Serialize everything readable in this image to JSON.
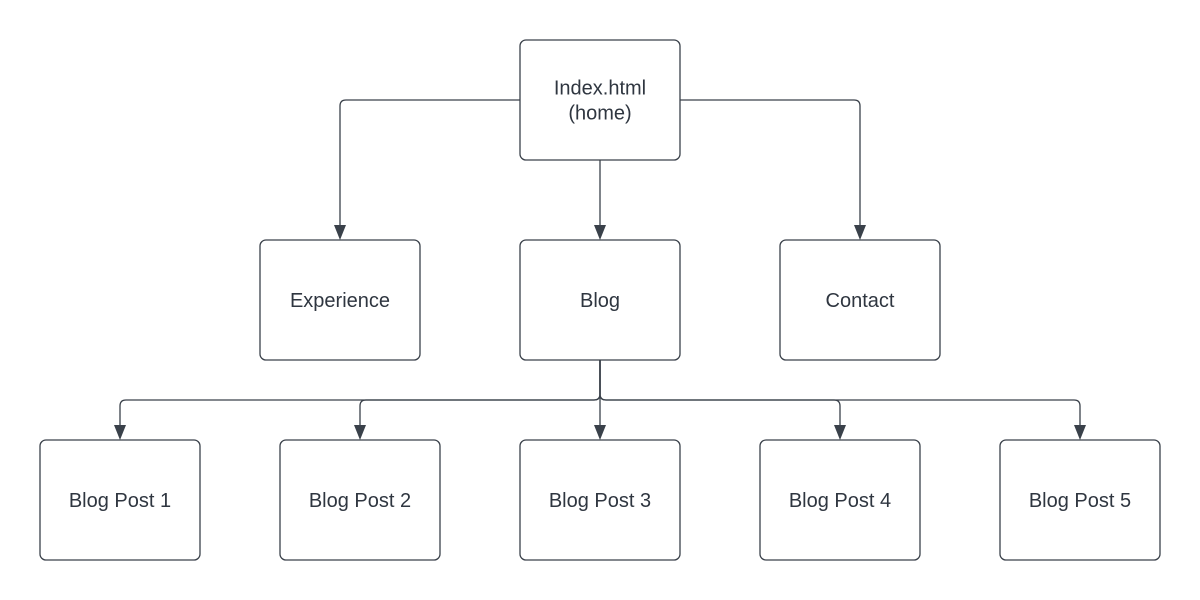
{
  "diagram": {
    "stroke_color": "#3a414a",
    "text_color": "#2f3640",
    "background": "#ffffff",
    "nodes": [
      {
        "id": "home",
        "name": "node-index-home",
        "lines": [
          "Index.html",
          "(home)"
        ]
      },
      {
        "id": "experience",
        "name": "node-experience",
        "lines": [
          "Experience"
        ]
      },
      {
        "id": "blog",
        "name": "node-blog",
        "lines": [
          "Blog"
        ]
      },
      {
        "id": "contact",
        "name": "node-contact",
        "lines": [
          "Contact"
        ]
      },
      {
        "id": "post1",
        "name": "node-blog-post-1",
        "lines": [
          "Blog Post 1"
        ]
      },
      {
        "id": "post2",
        "name": "node-blog-post-2",
        "lines": [
          "Blog Post 2"
        ]
      },
      {
        "id": "post3",
        "name": "node-blog-post-3",
        "lines": [
          "Blog Post 3"
        ]
      },
      {
        "id": "post4",
        "name": "node-blog-post-4",
        "lines": [
          "Blog Post 4"
        ]
      },
      {
        "id": "post5",
        "name": "node-blog-post-5",
        "lines": [
          "Blog Post 5"
        ]
      }
    ],
    "edges": [
      {
        "from": "home",
        "to": "experience"
      },
      {
        "from": "home",
        "to": "blog"
      },
      {
        "from": "home",
        "to": "contact"
      },
      {
        "from": "blog",
        "to": "post1"
      },
      {
        "from": "blog",
        "to": "post2"
      },
      {
        "from": "blog",
        "to": "post3"
      },
      {
        "from": "blog",
        "to": "post4"
      },
      {
        "from": "blog",
        "to": "post5"
      }
    ]
  }
}
